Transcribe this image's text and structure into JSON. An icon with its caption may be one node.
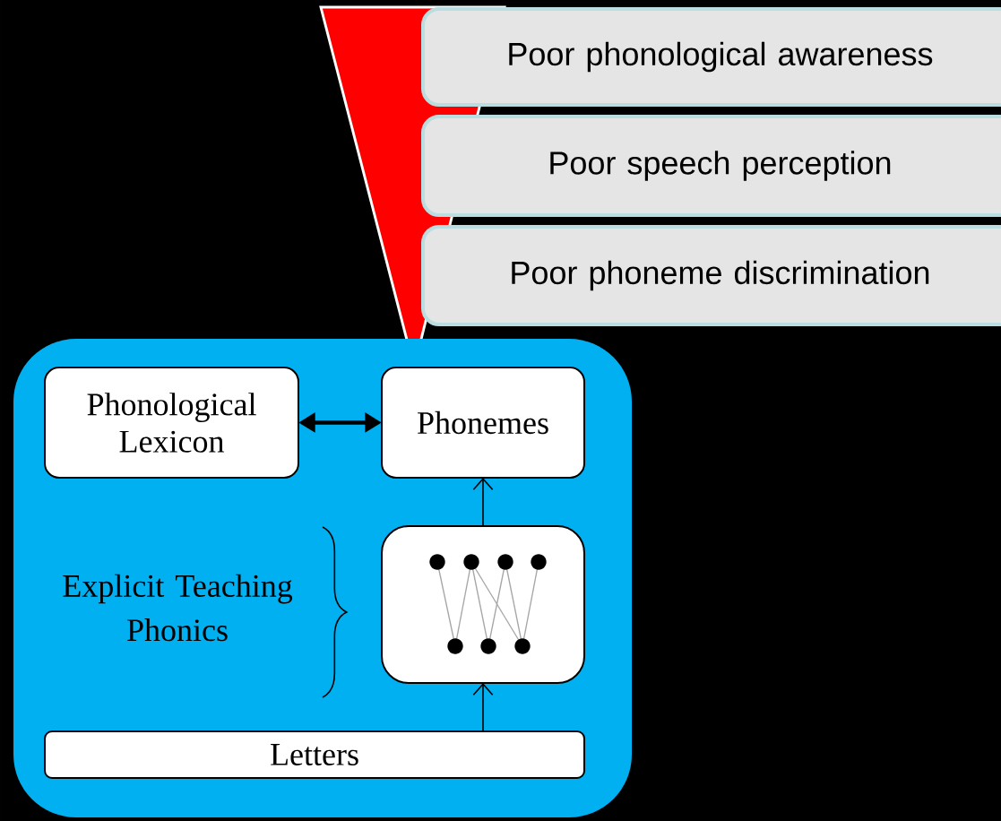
{
  "diagram": {
    "nodes": [
      {
        "text": [],
        "shape": "box"
      },
      {
        "text": [
          "Phonological Lexicon"
        ],
        "in": 0
      },
      {
        "text": [
          "Phonemes"
        ],
        "in": 0
      },
      {
        "text": [],
        "shape": "box",
        "in": 0
      },
      {
        "text": [
          "Letters"
        ],
        "in": 0
      },
      {
        "text": [
          "Poor phonological awareness"
        ]
      },
      {
        "text": [
          "Poor speech perception"
        ]
      },
      {
        "text": [
          "Poor phoneme discrimination"
        ]
      }
    ],
    "edges": [
      {
        "from": 1,
        "to": 2,
        "arrow": "both",
        "style": "thick"
      },
      {
        "from": 3,
        "to": 2,
        "arrow": "to"
      },
      {
        "from": 4,
        "to": 3,
        "arrow": "to"
      }
    ],
    "labels": [
      "Explicit Teaching Phonics"
    ]
  }
}
